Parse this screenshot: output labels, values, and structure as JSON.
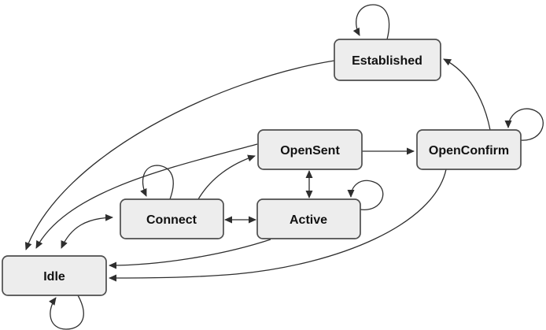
{
  "diagram": {
    "type": "state-machine",
    "nodes": [
      {
        "id": "idle",
        "label": "Idle"
      },
      {
        "id": "connect",
        "label": "Connect"
      },
      {
        "id": "active",
        "label": "Active"
      },
      {
        "id": "opensent",
        "label": "OpenSent"
      },
      {
        "id": "openconfirm",
        "label": "OpenConfirm"
      },
      {
        "id": "established",
        "label": "Established"
      }
    ],
    "edges": [
      {
        "from": "idle",
        "to": "idle",
        "kind": "self-loop"
      },
      {
        "from": "idle",
        "to": "connect",
        "kind": "bidirectional"
      },
      {
        "from": "connect",
        "to": "connect",
        "kind": "self-loop"
      },
      {
        "from": "connect",
        "to": "active",
        "kind": "bidirectional"
      },
      {
        "from": "connect",
        "to": "opensent",
        "kind": "directed"
      },
      {
        "from": "active",
        "to": "active",
        "kind": "self-loop"
      },
      {
        "from": "active",
        "to": "opensent",
        "kind": "bidirectional"
      },
      {
        "from": "active",
        "to": "idle",
        "kind": "directed"
      },
      {
        "from": "opensent",
        "to": "opensent",
        "kind": "none-shown"
      },
      {
        "from": "opensent",
        "to": "openconfirm",
        "kind": "directed"
      },
      {
        "from": "opensent",
        "to": "idle",
        "kind": "directed"
      },
      {
        "from": "openconfirm",
        "to": "openconfirm",
        "kind": "self-loop"
      },
      {
        "from": "openconfirm",
        "to": "established",
        "kind": "directed"
      },
      {
        "from": "openconfirm",
        "to": "idle",
        "kind": "directed"
      },
      {
        "from": "established",
        "to": "established",
        "kind": "self-loop"
      },
      {
        "from": "established",
        "to": "idle",
        "kind": "directed"
      }
    ],
    "colors": {
      "node_fill": "#ededed",
      "node_border": "#4d4d4d",
      "edge": "#2e2e2e",
      "text": "#111111",
      "background": "#ffffff"
    }
  }
}
